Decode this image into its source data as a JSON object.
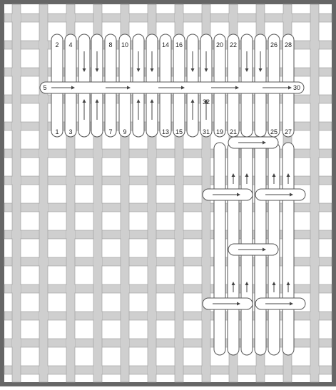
{
  "colors": {
    "frame": "#666666",
    "canvas_thread_fill": "#cfcfcf",
    "canvas_thread_edge": "#9a9a9a",
    "hole": "#ffffff",
    "stitch_fill": "#ffffff",
    "stitch_outline": "#555555",
    "arrow": "#444444",
    "number_text": "#222222"
  },
  "diagram": {
    "stitch_numbers": {
      "top": [
        "2",
        "4",
        "8",
        "10",
        "14",
        "16",
        "20",
        "22",
        "26",
        "28"
      ],
      "bottom": [
        "1",
        "3",
        "7",
        "9",
        "13",
        "15",
        "31",
        "19",
        "21",
        "25",
        "27"
      ],
      "middle_left": "5",
      "middle_right": "30",
      "middle_extra": "32"
    }
  }
}
